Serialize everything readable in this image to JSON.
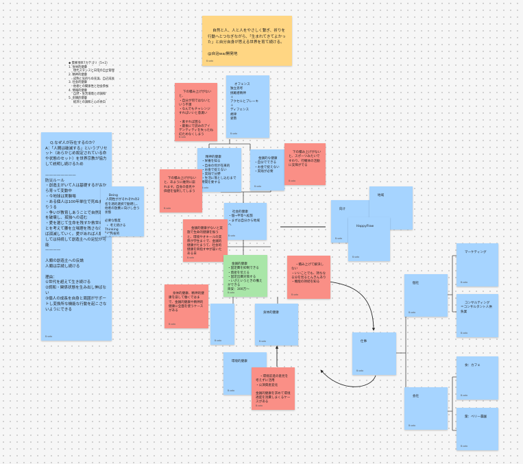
{
  "colors": {
    "yellow": "#ffd683",
    "blue": "#a6d4ff",
    "red": "#fa8f86",
    "green": "#a9e6a8",
    "canvas": "#f6f6f6"
  },
  "category_list": "◆ 需要項目7カテゴリ（5+2）\n1. 身体的健康\n     現代スタンスと日常の自立管理\n2. 精神的健康\n     成熟と気持ちの充実、自己成長\n3. 社会的健康\n     他者との関係性と社会参加\n4. 情報的健康\n     自然・生活環境との調和\n5. 金銭的健康\n     経済との調和と心の余白",
  "notes": {
    "vision": {
      "text": "自然と人、人と人をやさしく繋ぎ、祈りを行動へとつなぎながら、「生まれてきてよかった」と自分自身が思える世界を育て続ける。\n\n@自治wa/開発地",
      "author": "B.sato"
    },
    "question": {
      "text": "Q.なぜ人が存在するのか？\nA：「人間は破滅する」というプリセット（あらかじめ設定されている命や状態のセット）を世界宗教が協力して説明し続けるため\n\n————————\n防災ルール\n・創造主がいて人は基礎するが古から育って変動中\n・今地球は実験場\n・ある個人は100年単位で死ぬまありうる\n・争いが教育しあうことで自然環境を破壊し、孤独への道む\n・愛を選じて生命を残すか救世のことを考えて腰を立場理を残さなければ孤滅していく。愛があれば人類としては持続して創造主への足記が可能\n————\n\n人類の創造主への反論\n人類は宗続し続ける\n\n理由：\n①世代を超えて生き続ける\n②調和・関係状態を生み出し伸ばない\n③個人の成長を自身と周囲がサポートし変換所な機能な行動を起こさないようにできる",
      "author": "B.sato"
    },
    "being": {
      "text": "Being\n 人間性ががそれぞれの2名を適的選択で動明し、他者の放棄に向けし合う状態\n\n必要な態度\n ・ 考え続ける\nThinking\n ・ 内省的\nReflection\n ・ 成長度度\nCompassionate\nRelationship",
      "author": "B.sato"
    },
    "challenge": {
      "text": "下の積み上げがないと、\n・自分が何ではないという不満\n・なんでもチャレンジすればいいと意識い\n\n・素すれば困る\n・最後にで読みのアイデンティティを失ったね幻ためなくしまう",
      "author": "B.sato"
    },
    "defense": {
      "text": "オフェンス\n独立思考\n挑戦者精神\n＋\nアクセルとブレーキ\n＋\nディフェンス\n規律\n姿勢",
      "author": "B.sato"
    },
    "mental_skills": {
      "text": "精神的健康\n・栄養を知る\n・自身の何が在来的\n・お金で捉えない\n・実践で分野\n・生活に落とし込むまで時間を要する",
      "author": "B.sato"
    },
    "economic": {
      "text": "金銭的な健康\n・自分でできる\n・お金で捉えない\n・実践が必要",
      "author": "B.sato"
    },
    "red_left_mid": {
      "text": "下の積み上げがないと、あように維持に崩れます。自身の意見や価値を強制してしまう",
      "author": "B.sato"
    },
    "red_right_mid": {
      "text": "下の積み上げがないと、スポーツみたいですわり、行機体の活動に支障がでる",
      "author": "B.sato"
    },
    "social": {
      "text": "社会的健康\n・個→平等へ拡張\n・まずは自分から地域へ",
      "author": "B.sato"
    },
    "red_center": {
      "text": "金銭的健康がないと実施で生命的健康を振うと、環境やオキールの実際が学生まぐで、金銭的健康がたまうて、社会的健康を目指す中が崩いたある日",
      "author": "B.sato"
    },
    "money": {
      "text": "金銭的健康\n・固定費を抑制できる\n・資産を伝える\n・固定出費対策する\n・いざというときの備えができる\n目安：300万〜",
      "author": "B.sato"
    },
    "red_right_lower": {
      "text": "・積み上げて解決しない\n・いいことでも、持ちなる分を見るとんきんあり\n・機能の持続を知る",
      "author": "B.sato"
    },
    "red_left_lower": {
      "text": "身体的健康、精神的健康を崩して働くではまで、金銭的健康や精神的健康に全面を使うケースがある",
      "author": "B.sato"
    },
    "blank_a": {
      "text": "",
      "author": "B.sato"
    },
    "body_health": {
      "text": "身体的健康",
      "author": "B.sato"
    },
    "env_health": {
      "text": "環境的健康",
      "author": "B.sato"
    },
    "red_bottom": {
      "text": "・環境前進の意見を考えずに活用\n・公演資産変化\n\n金銭的健康を求めて環境適度を消費しまくるケースがある",
      "author": "B.sato"
    },
    "net": {
      "text": "向け",
      "author": "B.sato"
    },
    "happyflow": {
      "text": "HappyFlow",
      "author": "B.sato"
    },
    "region": {
      "text": "地域",
      "author": "B.sato"
    },
    "marketing": {
      "text": "マーケティング",
      "author": "B.sato"
    },
    "consulting": {
      "text": "コンサルティング\n＝コンサルタント人供負業",
      "author": "B.sato"
    },
    "personal": {
      "text": "個社",
      "author": "B.sato"
    },
    "work": {
      "text": "仕事",
      "author": "B.sato"
    },
    "company": {
      "text": "会社",
      "author": "B.sato"
    },
    "food_cafe": {
      "text": "食：カフェ",
      "author": "B.sato"
    },
    "food_berry": {
      "text": "葉：ベリー農園",
      "author": "B.sato"
    }
  }
}
